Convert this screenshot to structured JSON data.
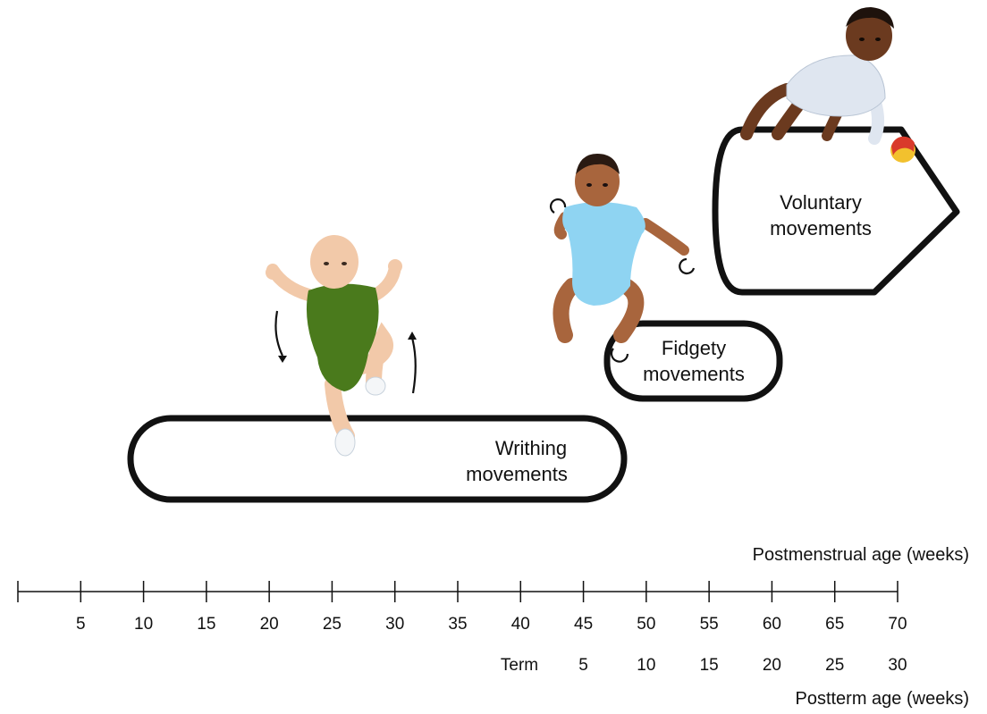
{
  "stages": {
    "writhing": {
      "line1": "Writhing",
      "line2": "movements"
    },
    "fidgety": {
      "line1": "Fidgety",
      "line2": "movements"
    },
    "voluntary": {
      "line1": "Voluntary",
      "line2": "movements"
    }
  },
  "axis": {
    "postmenstrual_title": "Postmenstrual age (weeks)",
    "postterm_title": "Postterm age (weeks)",
    "postmenstrual_ticks": [
      "5",
      "10",
      "15",
      "20",
      "25",
      "30",
      "35",
      "40",
      "45",
      "50",
      "55",
      "60",
      "65",
      "70"
    ],
    "postterm_start_label": "Term",
    "postterm_ticks": [
      "5",
      "10",
      "15",
      "20",
      "25",
      "30"
    ]
  },
  "colors": {
    "writhing_bodysuit": "#4a7a1c",
    "fidgety_bodysuit": "#8fd4f2",
    "voluntary_bodysuit": "#dfe6f0",
    "light_skin": "#f2c9a9",
    "medium_skin": "#a8653d",
    "dark_skin": "#6b3a1f",
    "ball_red": "#d93a2b",
    "ball_yellow": "#f2c12e"
  }
}
